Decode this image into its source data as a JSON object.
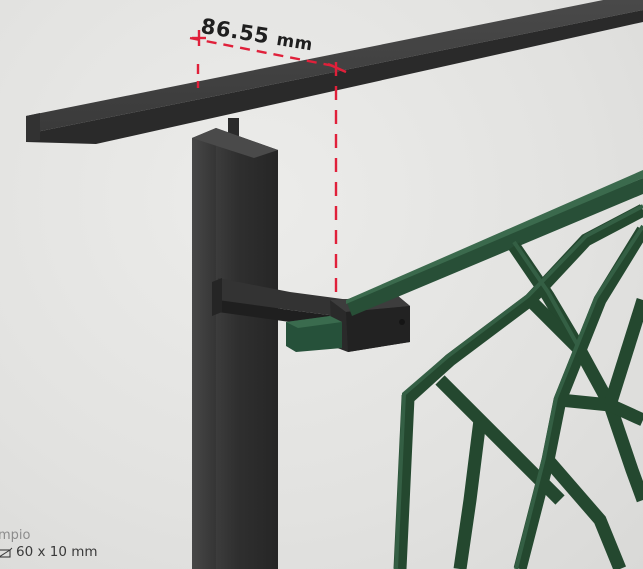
{
  "dimension": {
    "value": "86.55",
    "unit": "mm",
    "color": "#e0203a"
  },
  "caption": {
    "line1": "mpio",
    "line2": "60 x 10 mm",
    "profile_icon": "rectangular-tube-icon"
  },
  "colors": {
    "background": "#e4e4e2",
    "handrail": "#3a3a3a",
    "post": "#2e2e2e",
    "railing_green": "#234a32",
    "dimension_line": "#e0203a"
  }
}
